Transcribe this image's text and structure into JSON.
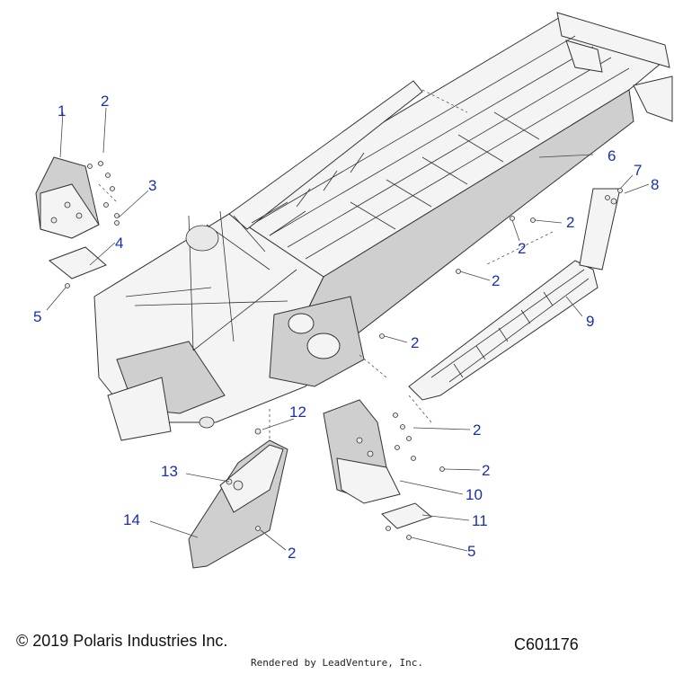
{
  "callouts": [
    {
      "id": "c1",
      "label": "1"
    },
    {
      "id": "c2a",
      "label": "2"
    },
    {
      "id": "c3",
      "label": "3"
    },
    {
      "id": "c4",
      "label": "4"
    },
    {
      "id": "c5a",
      "label": "5"
    },
    {
      "id": "c6",
      "label": "6"
    },
    {
      "id": "c7",
      "label": "7"
    },
    {
      "id": "c8",
      "label": "8"
    },
    {
      "id": "c2b",
      "label": "2"
    },
    {
      "id": "c2c",
      "label": "2"
    },
    {
      "id": "c2d",
      "label": "2"
    },
    {
      "id": "c9",
      "label": "9"
    },
    {
      "id": "c2e",
      "label": "2"
    },
    {
      "id": "c12",
      "label": "12"
    },
    {
      "id": "c2f",
      "label": "2"
    },
    {
      "id": "c2g",
      "label": "2"
    },
    {
      "id": "c13",
      "label": "13"
    },
    {
      "id": "c10",
      "label": "10"
    },
    {
      "id": "c14",
      "label": "14"
    },
    {
      "id": "c11",
      "label": "11"
    },
    {
      "id": "c2h",
      "label": "2"
    },
    {
      "id": "c5b",
      "label": "5"
    }
  ],
  "footer": {
    "copyright": "© 2019 Polaris Industries Inc.",
    "diagram_code": "C601176",
    "rendered_by": "Rendered by LeadVenture, Inc."
  }
}
